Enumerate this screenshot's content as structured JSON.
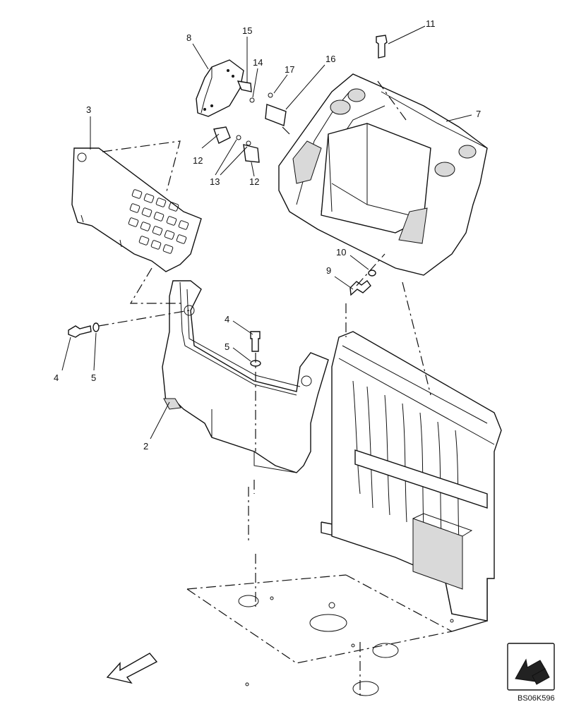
{
  "diagram": {
    "code": "BS06K596",
    "callouts": [
      {
        "id": "c1",
        "text": "15"
      },
      {
        "id": "c2",
        "text": "8"
      },
      {
        "id": "c3",
        "text": "14"
      },
      {
        "id": "c4",
        "text": "17"
      },
      {
        "id": "c5",
        "text": "16"
      },
      {
        "id": "c6",
        "text": "11"
      },
      {
        "id": "c7",
        "text": "7"
      },
      {
        "id": "c8",
        "text": "3"
      },
      {
        "id": "c9",
        "text": "12"
      },
      {
        "id": "c10",
        "text": "13"
      },
      {
        "id": "c11",
        "text": "12"
      },
      {
        "id": "c12",
        "text": "10"
      },
      {
        "id": "c13",
        "text": "9"
      },
      {
        "id": "c14",
        "text": "4"
      },
      {
        "id": "c15",
        "text": "5"
      },
      {
        "id": "c16",
        "text": "4"
      },
      {
        "id": "c17",
        "text": "5"
      },
      {
        "id": "c18",
        "text": "2"
      }
    ],
    "icons": [
      "front-direction-arrow-icon",
      "page-nav-arrow-icon"
    ]
  }
}
